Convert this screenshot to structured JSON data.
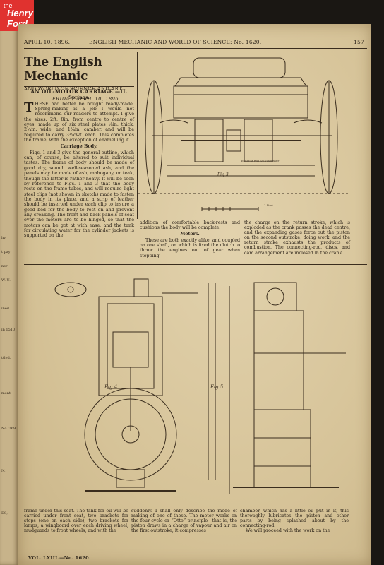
{
  "logo": {
    "line0": "the",
    "line1": "Henry",
    "line2": "Ford"
  },
  "header": {
    "date": "APRIL 10, 1896.",
    "title": "ENGLISH MECHANIC AND WORLD OF SCIENCE: No. 1620.",
    "page_number": "157"
  },
  "masthead": {
    "name": "The English Mechanic",
    "subtitle": "AND WORLD OF SCIENCE AND ART.",
    "dateline": "FRIDAY, APRIL 10, 1896."
  },
  "article": {
    "title": "AN OIL-MOTOR CARRIAGE.—II.",
    "section1": "Springs.",
    "para1_dropcap": "T",
    "para1": "HESE had better be bought ready-made. Spring-making is a job I would not recommend our readers to attempt. I give the sizes: 2ft. 8in. from centre to centre of eyes, made up of six steel plates ⅛in. thick, 2¼in. wide, and 1¼in. camber, and will be required to carry 3¼cwt. each. This completes the frame, with the exception of enamelling it.",
    "section2": "Carriage Body.",
    "para2": "Figs. 1 and 3 give the general outline, which can, of course, be altered to suit individual tastes. The frame of body should be made of good dry, sound, well-seasoned ash, and the panels may be made of ash, mahogany, or teak, though the latter is rather heavy. It will be seen by reference to Figs. 1 and 3 that the body rests on the frame-tubes, and will require light steel clips (not shown in sketch) made to fasten the body in its place, and a strip of leather should be inserted under each clip to insure a good bed for the body to rest on and prevent any creaking. The front and back panels of seat over the motors are to be hinged, so that the motors can be got at with ease, and the tank for circulating water for the cylinder jackets is supported on the"
  },
  "mid_columns": {
    "col1": "addition of comfortable back-rests and cushions the body will be complete.",
    "col1_section": "Motors.",
    "col1_text": "These are both exactly alike, and coupled on one shaft, on which is fixed the clutch to throw the engines out of gear when stopping",
    "col2": "the charge on the return stroke, which is exploded as the crank passes the dead centre, and the expanding gases force out the piston on the second outstroke, doing work, and the return stroke exhausts the products of combustion. The connecting-rod, discs, and cam arrangement are inclosed in the crank"
  },
  "bottom_columns": {
    "col1": "frame under this seat. The tank for oil will be carried under front seat, two brackets for steps (one on each side), two brackets for lamps, a wingboard over each driving wheel, mudguards to front wheels, and with the",
    "col2": "suddenly. I shall only describe the mode of making of one of these. The motor works on the four-cycle or “Otto” principle—that is, the piston draws in a charge of vapour and air on the first outstroke; it compresses",
    "col3": "chamber, which has a little oil put in it; this thoroughly lubricates the piston and other parts by being splashed about by the connecting-rod.",
    "col3b": "We will proceed with the work on the"
  },
  "figures": {
    "fig3_label": "Fig 3",
    "fig4_label": "Fig 4",
    "fig5_label": "Fig 5",
    "scale_label": "1 Foot",
    "fig3_note": "Exhaust Box & Condenser"
  },
  "footer": "VOL. LXIII.—No. 1620."
}
